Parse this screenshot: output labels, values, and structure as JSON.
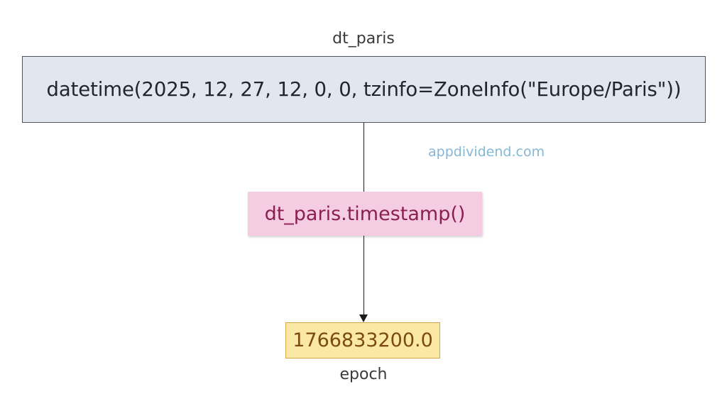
{
  "diagram": {
    "nodes": [
      {
        "id": "datetime",
        "text": "datetime(2025, 12, 27, 12, 0, 0, tzinfo=ZoneInfo(\"Europe/Paris\"))",
        "label": "dt_paris",
        "fill": "#e2e7ef",
        "stroke": "#4a5560"
      },
      {
        "id": "timestamp",
        "text": "dt_paris.timestamp()",
        "fill": "#f4cde3",
        "text_color": "#8a1f50"
      },
      {
        "id": "epoch",
        "text": "1766833200.0",
        "label": "epoch",
        "fill": "#fbe8a4",
        "stroke": "#d8a448",
        "text_color": "#7a4a12"
      }
    ],
    "edges": [
      {
        "from": "datetime",
        "to": "timestamp",
        "arrow": false
      },
      {
        "from": "timestamp",
        "to": "epoch",
        "arrow": true
      }
    ],
    "watermark": "appdividend.com"
  }
}
